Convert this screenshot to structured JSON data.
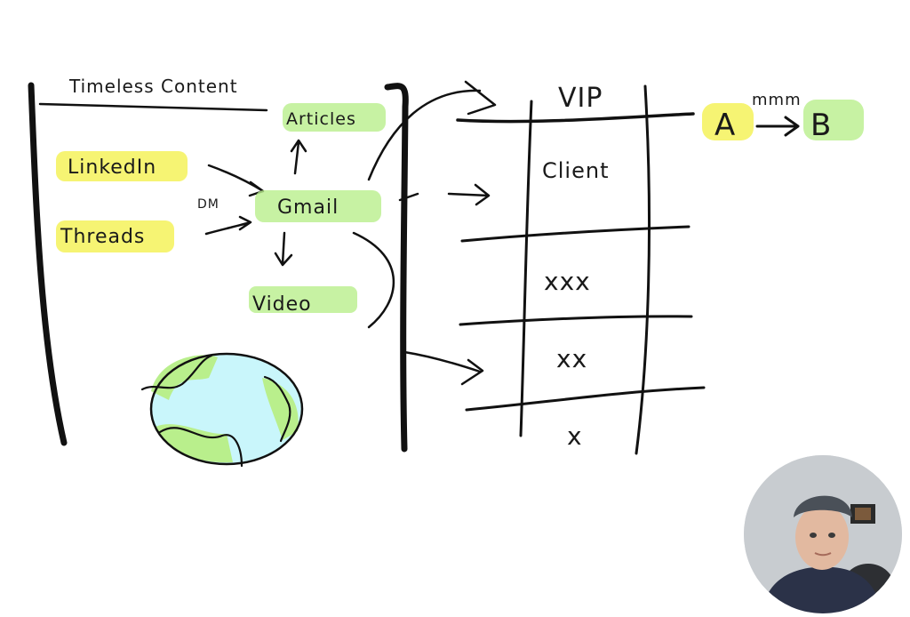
{
  "colors": {
    "ink": "#111111",
    "highlight_yellow": "#f4f25a",
    "highlight_green": "#b9ef8c",
    "globe_water": "#c9f6fb",
    "globe_land": "#b9ef8c"
  },
  "left_panel": {
    "heading": "Timeless Content",
    "sources": [
      "LinkedIn",
      "Threads"
    ],
    "dm_label": "DM",
    "hub": "Gmail",
    "outputs": [
      "Articles",
      "Video"
    ],
    "globe_icon": "globe-icon"
  },
  "right_panel": {
    "tiers": [
      "VIP",
      "Client",
      "xxx",
      "xx",
      "x"
    ],
    "flow": {
      "from": "A",
      "to": "B",
      "note": "mmm"
    }
  },
  "webcam": {
    "icon": "presenter-avatar-icon"
  }
}
